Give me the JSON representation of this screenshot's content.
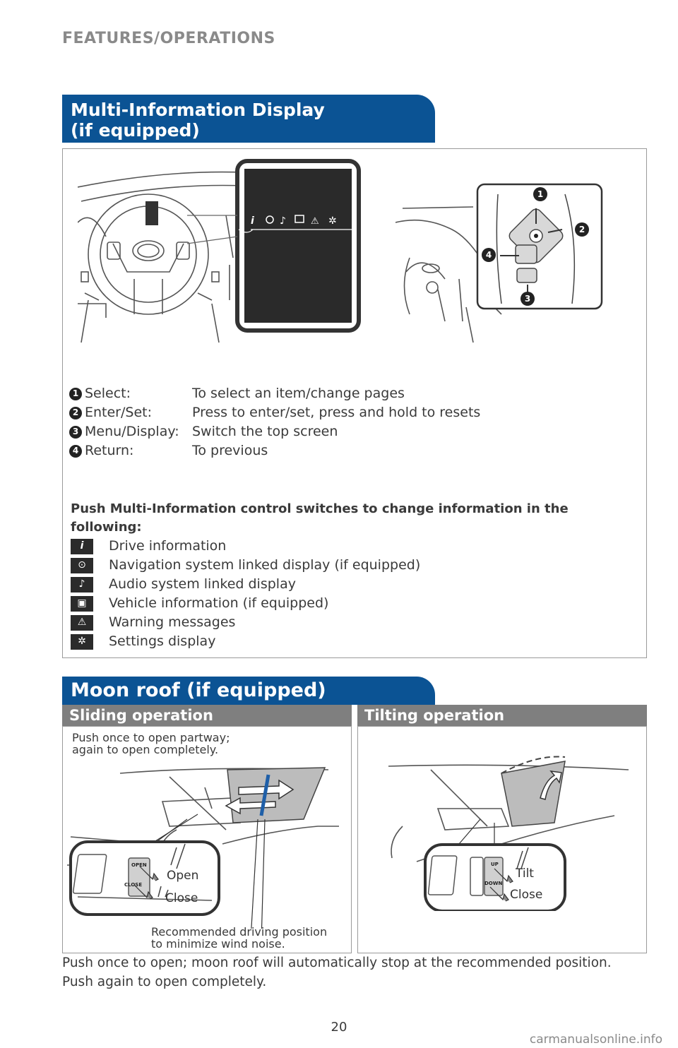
{
  "page_header": "FEATURES/OPERATIONS",
  "mid": {
    "title_line1": "Multi-Information Display",
    "title_line2": "(if equipped)",
    "legend": [
      {
        "num": "1",
        "key": "Select:",
        "desc": "To select an item/change pages"
      },
      {
        "num": "2",
        "key": "Enter/Set:",
        "desc": "Press to enter/set, press and hold to resets"
      },
      {
        "num": "3",
        "key": "Menu/Display:",
        "desc": "Switch the top screen"
      },
      {
        "num": "4",
        "key": "Return:",
        "desc": "To previous"
      }
    ],
    "intro": "Push Multi-Information control switches to change information in the following:",
    "icons": [
      {
        "icon": "info-icon",
        "glyph": "i",
        "label": "Drive information"
      },
      {
        "icon": "navigation-icon",
        "glyph": "⊙",
        "label": "Navigation system linked display (if equipped)"
      },
      {
        "icon": "music-note-icon",
        "glyph": "♪",
        "label": "Audio system linked display"
      },
      {
        "icon": "vehicle-icon",
        "glyph": "▣",
        "label": "Vehicle information (if equipped)"
      },
      {
        "icon": "warning-icon",
        "glyph": "⚠",
        "label": "Warning messages"
      },
      {
        "icon": "gear-icon",
        "glyph": "✲",
        "label": "Settings display"
      }
    ]
  },
  "moonroof": {
    "title": "Moon roof (if equipped)",
    "sliding": {
      "heading": "Sliding operation",
      "note_line1": "Push once to open partway;",
      "note_line2": "again to open completely.",
      "open": "Open",
      "close": "Close",
      "switch_open": "OPEN",
      "switch_close": "CLOSE",
      "rec_line1": "Recommended driving position",
      "rec_line2": "to minimize wind noise."
    },
    "tilting": {
      "heading": "Tilting operation",
      "tilt": "Tilt",
      "close": "Close",
      "switch_up": "UP",
      "switch_down": "DOWN"
    },
    "bottom_text": "Push once to open; moon roof will automatically stop at the recommended position. Push again to open completely."
  },
  "page_number": "20",
  "watermark": "carmanualsonline.info",
  "colors": {
    "tab_blue": "#0b5394",
    "subbar_gray": "#7f7f7f"
  }
}
